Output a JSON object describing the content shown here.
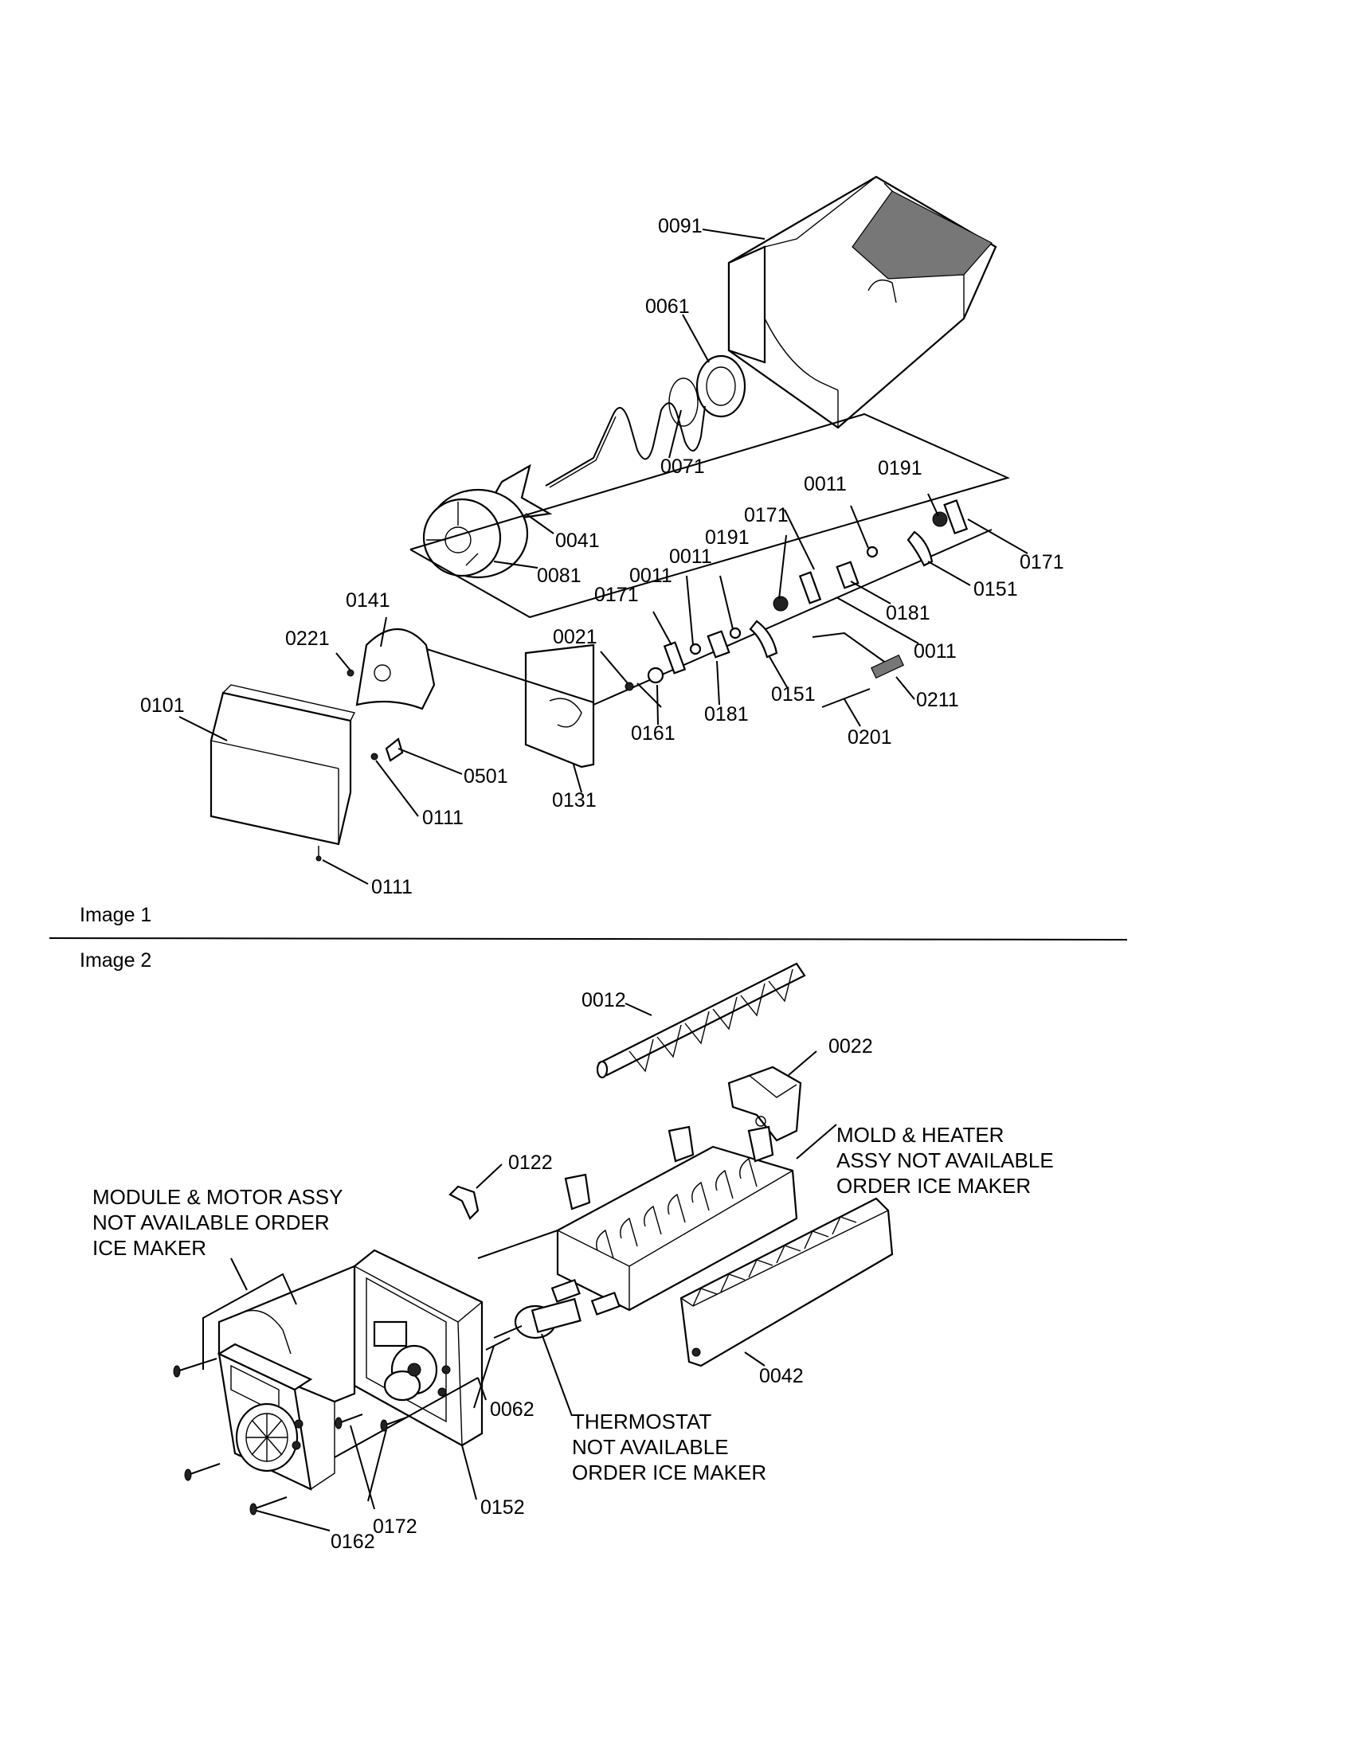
{
  "image1": {
    "caption": "Image 1",
    "labels": {
      "p0091": "0091",
      "p0061": "0061",
      "p0071": "0071",
      "p0041": "0041",
      "p0081": "0081",
      "p0011_a": "0011",
      "p0191_a": "0191",
      "p0171_a": "0171",
      "p0171_b": "0171",
      "p0191_b": "0191",
      "p0151_a": "0151",
      "p0011_b": "0011",
      "p0011_c": "0011",
      "p0171_c": "0171",
      "p0181_a": "0181",
      "p0011_d": "0011",
      "p0141": "0141",
      "p0221": "0221",
      "p0021": "0021",
      "p0101": "0101",
      "p0161": "0161",
      "p0181_b": "0181",
      "p0151_b": "0151",
      "p0211": "0211",
      "p0201": "0201",
      "p0501": "0501",
      "p0131": "0131",
      "p0111_a": "0111",
      "p0111_b": "0111"
    }
  },
  "image2": {
    "caption": "Image 2",
    "labels": {
      "p0012": "0012",
      "p0022": "0022",
      "p0122": "0122",
      "p0042": "0042",
      "p0062": "0062",
      "p0152": "0152",
      "p0172": "0172",
      "p0162": "0162"
    },
    "notes": {
      "mold_heater": [
        "MOLD & HEATER",
        "ASSY NOT AVAILABLE",
        "ORDER ICE MAKER"
      ],
      "module_motor": [
        "MODULE & MOTOR ASSY",
        "NOT AVAILABLE ORDER",
        "ICE MAKER"
      ],
      "thermostat": [
        "THERMOSTAT",
        "NOT AVAILABLE",
        "ORDER ICE MAKER"
      ]
    }
  }
}
